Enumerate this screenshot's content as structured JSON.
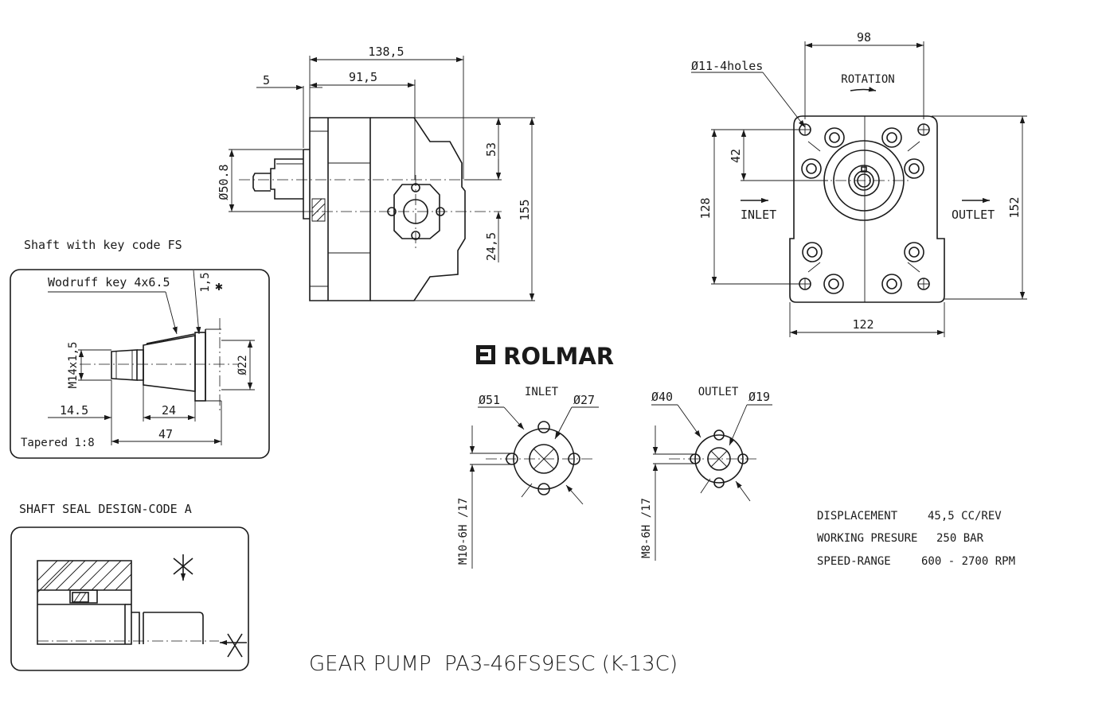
{
  "title": "GEAR PUMP  PA3-46FS9ESC (K-13C)",
  "brand": {
    "name": "ROLMAR",
    "logo_icon": "rolmar-logo-icon"
  },
  "side_view": {
    "dim_overall_length": "138,5",
    "dim_flange_offset": "5",
    "dim_port_position": "91,5",
    "dim_pilot_dia": "Ø50.8",
    "dim_top_to_port": "53",
    "dim_port_to_center": "24,5",
    "dim_height": "155"
  },
  "front_view": {
    "dim_hole_spacing": "98",
    "holes_note": "Ø11-4holes",
    "rotation_label": "ROTATION",
    "inlet_label": "INLET",
    "outlet_label": "OUTLET",
    "dim_top_offset": "42",
    "dim_hole_vertical": "128",
    "dim_height": "152",
    "dim_width": "122"
  },
  "shaft_detail": {
    "heading": "Shaft with key  code FS",
    "key_label": "Wodruff key 4x6.5",
    "dim_key_offset": "1,5",
    "thread": "M14x1,5",
    "dim_dia": "Ø22",
    "dim_thread_len": "14.5",
    "dim_taper_len": "24",
    "dim_total_len": "47",
    "taper_note": "Tapered 1:8"
  },
  "seal_detail": {
    "heading": "SHAFT SEAL DESIGN-CODE A"
  },
  "ports": {
    "inlet": {
      "label": "INLET",
      "dim_outer": "Ø51",
      "dim_inner": "Ø27",
      "thread": "M10-6H /17"
    },
    "outlet": {
      "label": "OUTLET",
      "dim_outer": "Ø40",
      "dim_inner": "Ø19",
      "thread": "M8-6H /17"
    }
  },
  "specs": [
    {
      "label": "DISPLACEMENT",
      "value": "45,5  CC/REV"
    },
    {
      "label": "WORKING PRESURE",
      "value": "250 BAR"
    },
    {
      "label": "SPEED-RANGE",
      "value": "600 - 2700 RPM"
    }
  ]
}
